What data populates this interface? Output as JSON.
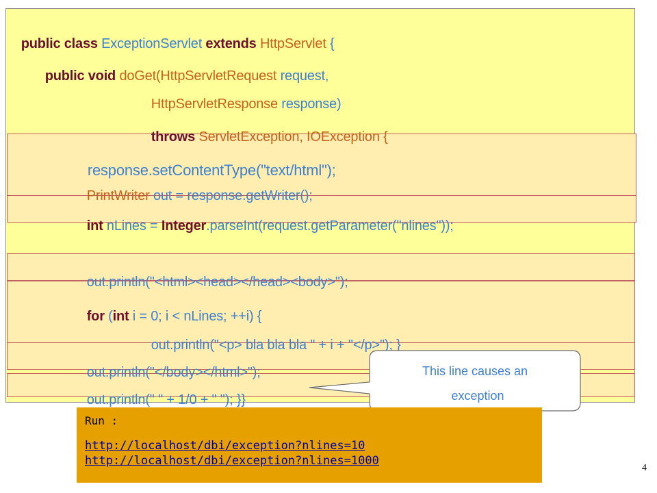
{
  "code": {
    "l1": {
      "a": "public class ",
      "b": "ExceptionServlet",
      "c": " extends ",
      "d": "HttpServlet",
      "e": " {"
    },
    "l2": {
      "a": "public void ",
      "b": "doGet(",
      "c": "HttpServletRequest",
      "d": " request,"
    },
    "l3": {
      "a": "HttpServletResponse",
      "b": " response)"
    },
    "l4": {
      "a": "throws ",
      "b": "ServletException, IOException {"
    },
    "l5": {
      "a": "response.setContentType(\"text/html\");"
    },
    "l6": {
      "a": "PrintWriter",
      "b": " out = response.getWriter();"
    },
    "l7": {
      "a": "int",
      "b": " nLines = ",
      "c": "Integer",
      "d": ".parseInt(request.getParameter(\"nlines\"));"
    },
    "l8": {
      "a": "out.println(\"<html><head></head><body>\");"
    },
    "l9": {
      "a": "for",
      "b": " (",
      "c": "int",
      "d": " i = 0; i < nLines; ++i) {"
    },
    "l10": {
      "a": "out.println(\"<p> bla bla bla \" + i + \"</p>\"); }"
    },
    "l11": {
      "a": "out.println(\"</body></html>\");"
    },
    "l12": {
      "a": "out.println(\" \" + 1/0 + \" \"); }}"
    }
  },
  "callout": {
    "line1": "This line causes an",
    "line2": "exception"
  },
  "run": {
    "label": "Run :",
    "links": [
      "http://localhost/dbi/exception?nlines=10",
      "http://localhost/dbi/exception?nlines=1000"
    ]
  },
  "page_number": "4",
  "colors": {
    "panel": "#ffff99",
    "band": "#ffeeb0",
    "keyword": "#6b0f2a",
    "type": "#c4621c",
    "text": "#3e7fcf",
    "run_box": "#e6a000"
  }
}
